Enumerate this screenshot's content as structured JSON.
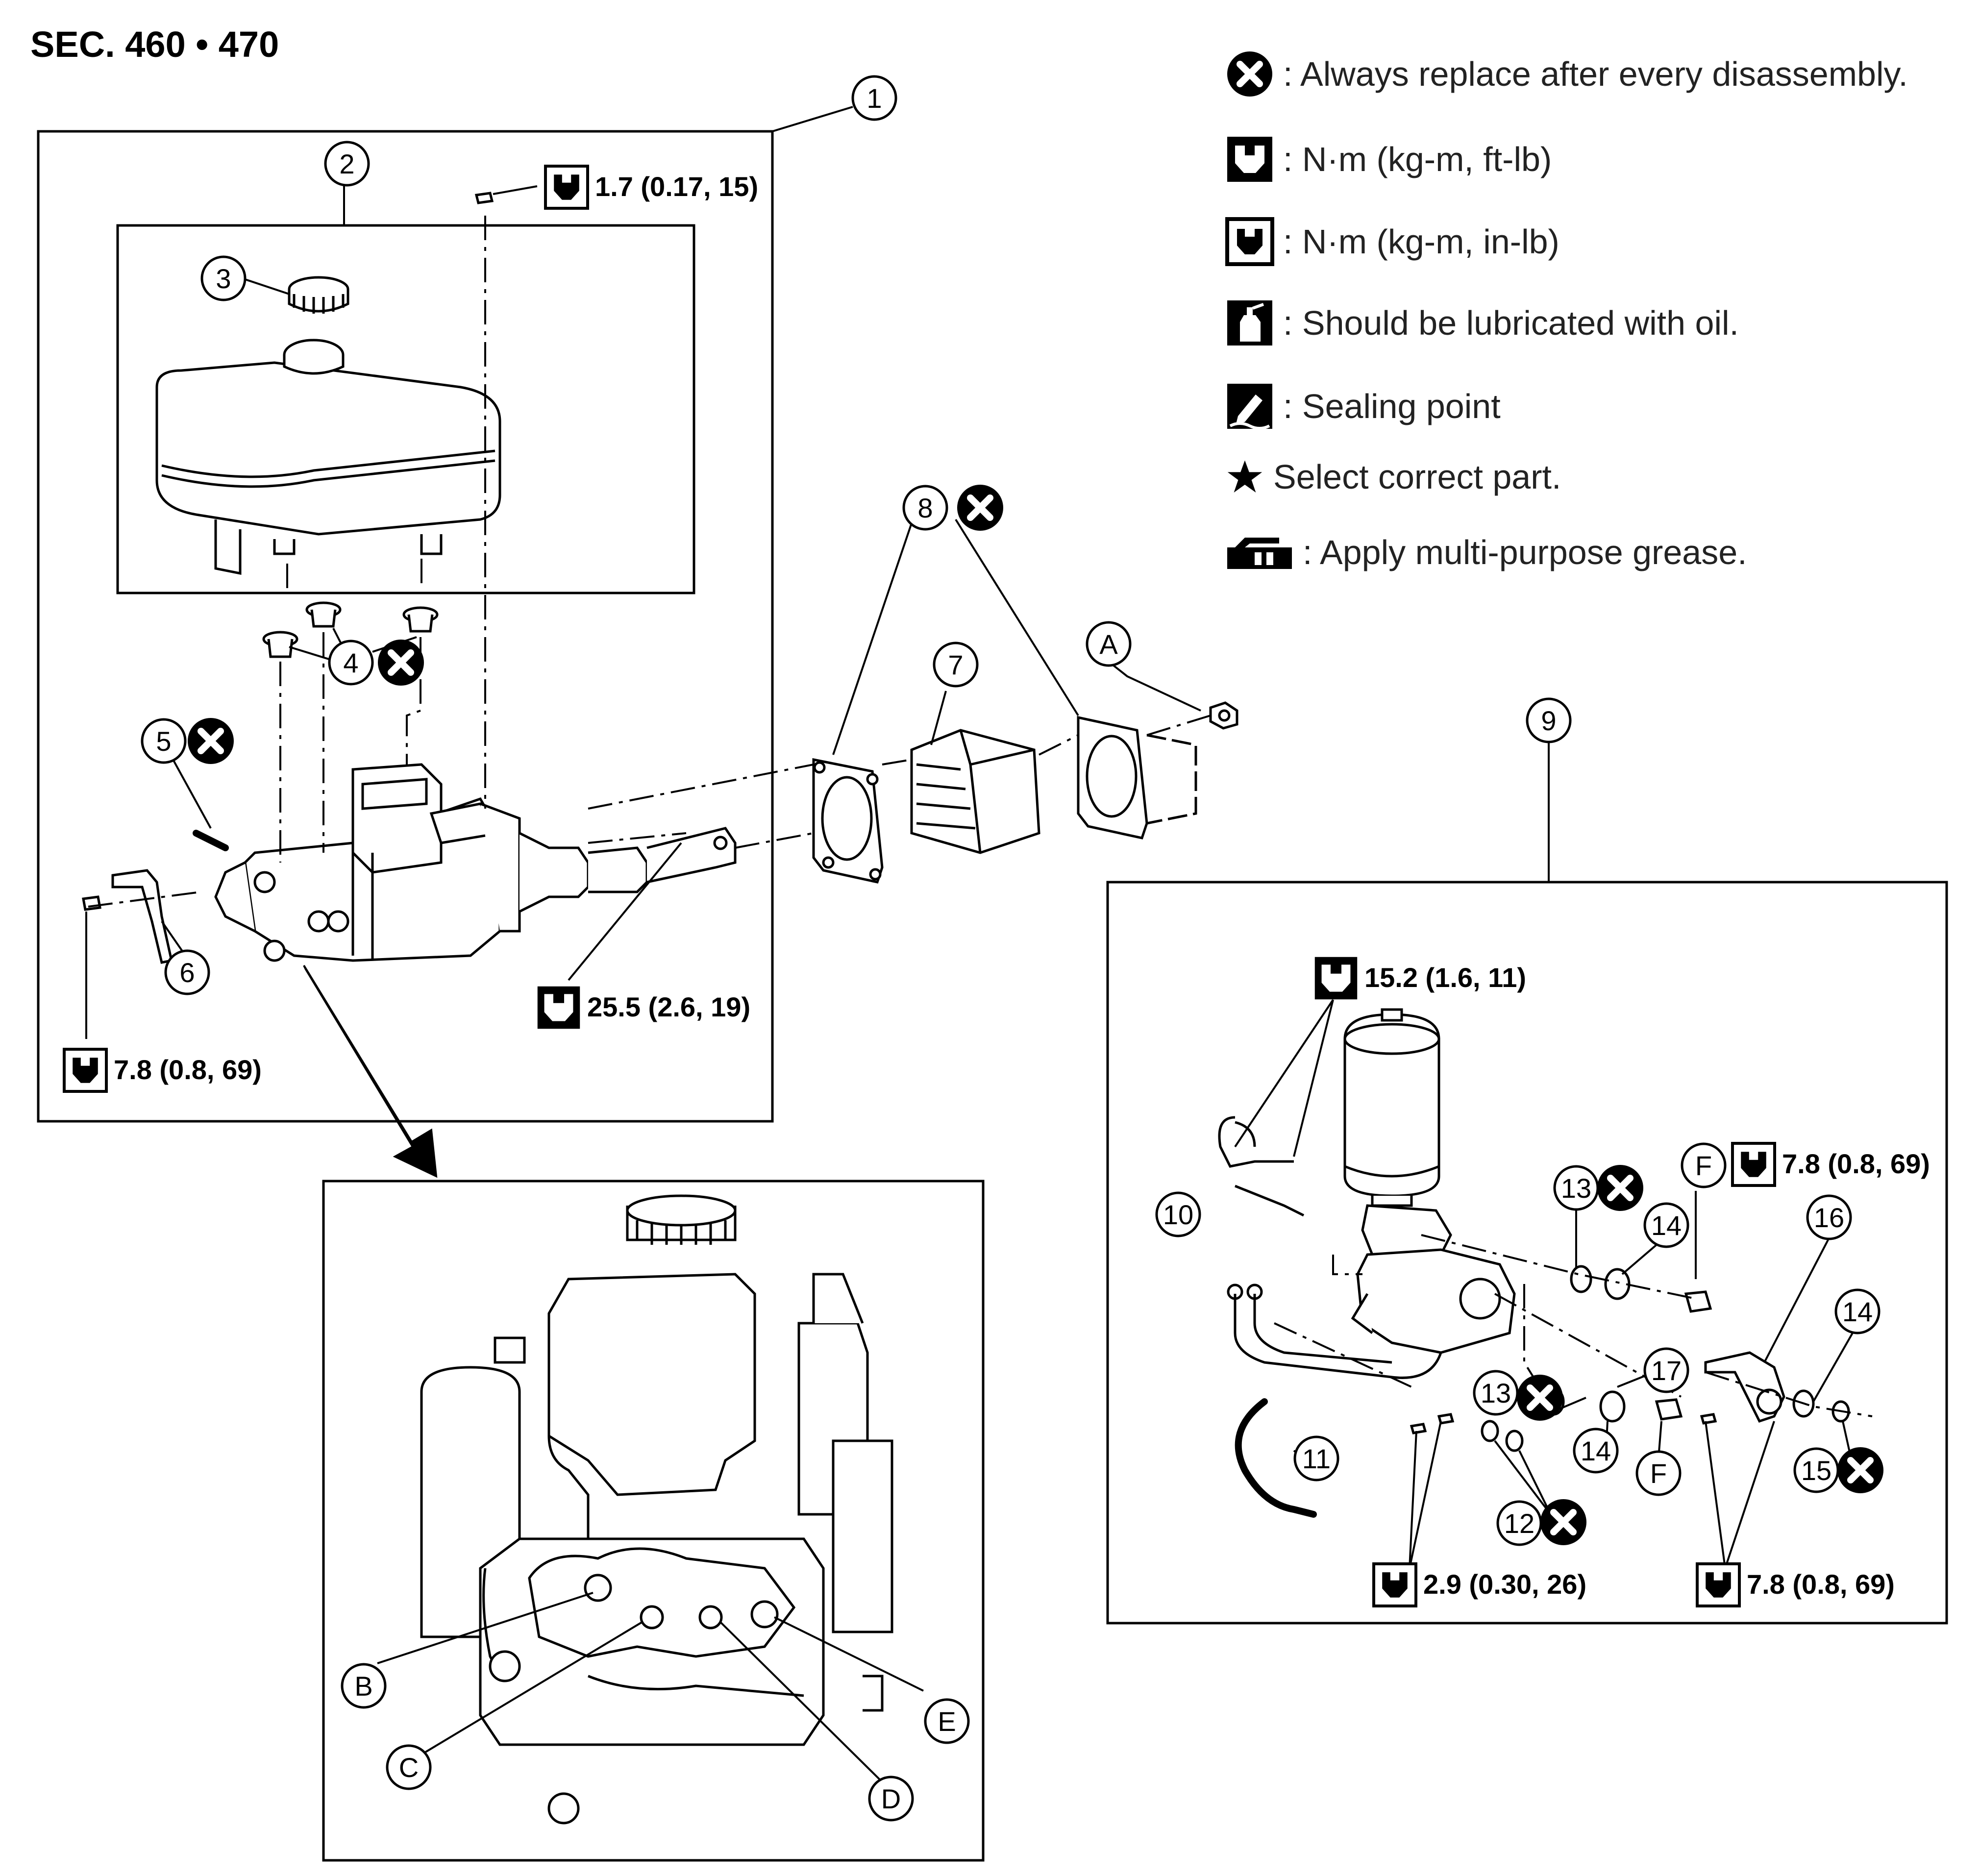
{
  "section_title": "SEC. 460 • 470",
  "legend": [
    {
      "icon": "replace-icon",
      "text": ": Always replace after every disassembly."
    },
    {
      "icon": "torque-wrench-icon",
      "text": ": N·m (kg-m, ft-lb)"
    },
    {
      "icon": "torque-wrench-small-icon",
      "text": ": N·m (kg-m, in-lb)"
    },
    {
      "icon": "oil-can-icon",
      "text": ": Should be lubricated with oil."
    },
    {
      "icon": "sealant-icon",
      "text": ": Sealing point"
    },
    {
      "icon": "star-icon",
      "text": "Select correct part."
    },
    {
      "icon": "grease-icon",
      "text": ": Apply multi-purpose grease."
    }
  ],
  "callouts": {
    "c1": "1",
    "c2": "2",
    "c3": "3",
    "c4": "4",
    "c5": "5",
    "c6": "6",
    "c7": "7",
    "c8": "8",
    "c9": "9",
    "c10": "10",
    "c11": "11",
    "c12": "12",
    "c13a": "13",
    "c13b": "13",
    "c14a": "14",
    "c14b": "14",
    "c14c": "14",
    "c15": "15",
    "c16": "16",
    "c17": "17",
    "cA": "A",
    "cB": "B",
    "cC": "C",
    "cD": "D",
    "cE": "E",
    "cF1": "F",
    "cF2": "F"
  },
  "torques": {
    "t1": "1.7 (0.17, 15)",
    "t2": "25.5 (2.6, 19)",
    "t3": "7.8 (0.8, 69)",
    "t4": "15.2 (1.6, 11)",
    "t5": "7.8 (0.8, 69)",
    "t6": "2.9 (0.30, 26)",
    "t7": "7.8 (0.8, 69)"
  }
}
